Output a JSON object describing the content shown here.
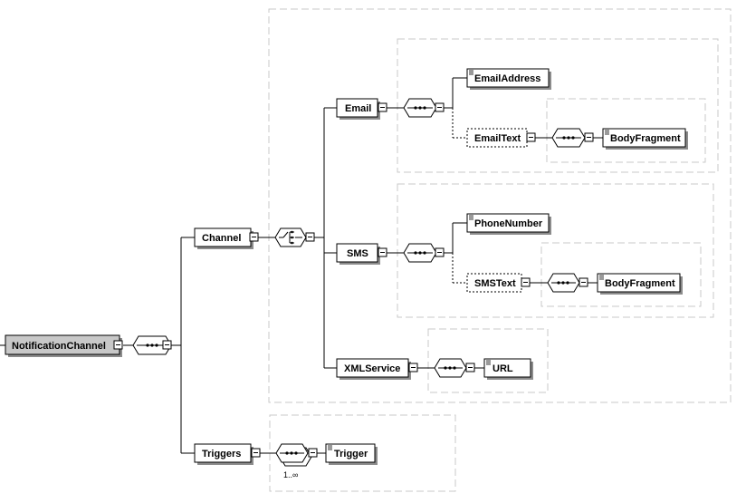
{
  "elements": {
    "root": "NotificationChannel",
    "channel": "Channel",
    "triggers": "Triggers",
    "email": "Email",
    "sms": "SMS",
    "xmlservice": "XMLService",
    "email_address": "EmailAddress",
    "email_text": "EmailText",
    "email_body": "BodyFragment",
    "phone_number": "PhoneNumber",
    "sms_text": "SMSText",
    "sms_body": "BodyFragment",
    "url": "URL",
    "trigger": "Trigger"
  },
  "cardinality": {
    "triggers_sequence": "1..∞"
  },
  "colors": {
    "root_fill": "#c8c8c8",
    "group_border": "#c9c9c9",
    "shadow": "#8c8c8c"
  },
  "icons": {
    "sequence": "sequence-compositor-icon",
    "choice": "choice-compositor-icon",
    "collapse": "minus-toggle-icon",
    "documentation": "annotation-doc-icon"
  }
}
